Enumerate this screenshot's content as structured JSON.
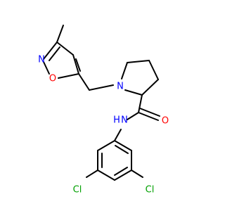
{
  "molecule": {
    "atom_labels": {
      "isoxazole_n": "N",
      "isoxazole_o": "O",
      "pyrrolidine_n": "N",
      "carbonyl_o": "O",
      "amide_n": "N",
      "amide_h": "H",
      "cl_left": "Cl",
      "cl_right": "Cl"
    },
    "colors": {
      "bond": "#000000",
      "nitrogen": "#0000ff",
      "oxygen": "#ff0000",
      "chlorine": "#00a000"
    }
  }
}
